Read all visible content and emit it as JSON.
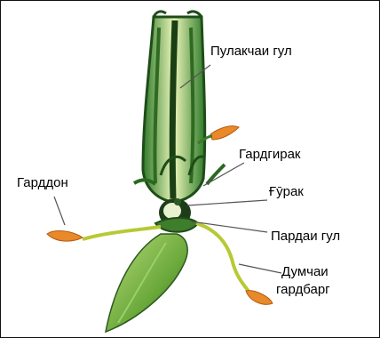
{
  "diagram": {
    "labels": {
      "corolla": "Пулакчаи гул",
      "filament": "Гардгирак",
      "ovary": "Ғӯрак",
      "stamen_anther": "Гарддон",
      "petal": "Пардаи гул",
      "tail_line1": "Думчаи",
      "tail_line2": "гардбарг"
    }
  }
}
